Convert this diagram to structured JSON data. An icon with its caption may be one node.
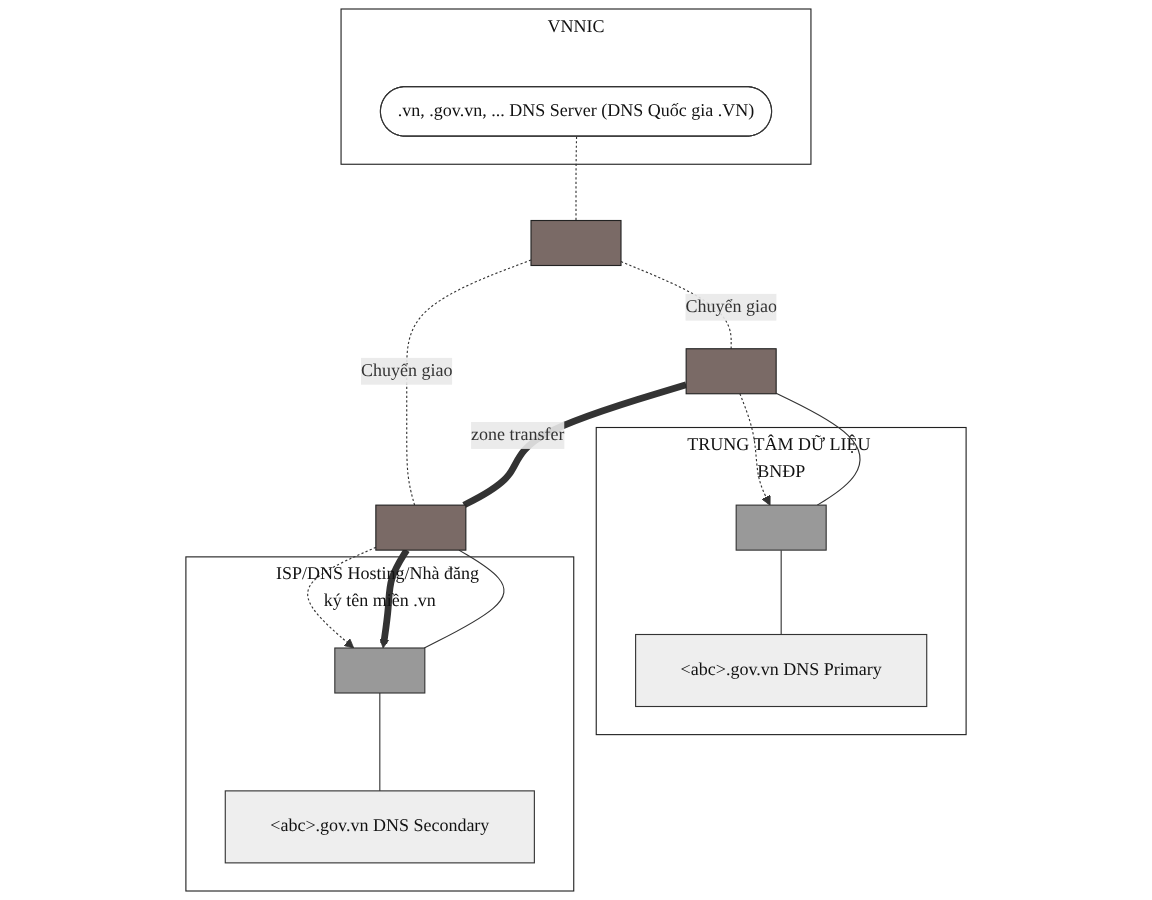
{
  "diagram": {
    "nodes": [
      {
        "text": [
          "VNNIC"
        ]
      },
      {
        "text": [
          ".vn, .gov.vn, ... DNS Server (DNS Quốc gia .VN)"
        ],
        "in": 0
      },
      {
        "text": [],
        "shape": "firewall"
      },
      {
        "text": [
          "TRUNG TÂM DỮ LIỆU BNĐP"
        ]
      },
      {
        "text": [],
        "shape": "firewall"
      },
      {
        "text": [],
        "shape": "bar",
        "in": 3
      },
      {
        "text": [
          "<abc>.gov.vn DNS Primary"
        ],
        "in": 3
      },
      {
        "text": [
          "ISP/DNS Hosting/Nhà đăng ký tên miền .vn"
        ]
      },
      {
        "text": [],
        "shape": "bar",
        "in": 7
      },
      {
        "text": [
          "<abc>.gov.vn DNS Secondary"
        ],
        "in": 7
      },
      {
        "text": [],
        "shape": "firewall"
      }
    ],
    "edges": [
      {
        "from": 1,
        "to": 2,
        "arrow": "none",
        "style": "dashed"
      },
      {
        "from": 2,
        "to": 4,
        "arrow": "none",
        "style": "dashed",
        "label": "Chuyển giao"
      },
      {
        "from": 4,
        "to": 5,
        "arrow": "to",
        "style": "dashed"
      },
      {
        "from": 2,
        "to": 10,
        "arrow": "none",
        "style": "dashed",
        "label": "Chuyển giao"
      },
      {
        "from": 10,
        "to": 8,
        "arrow": "to",
        "style": "dashed"
      },
      {
        "from": 4,
        "to": 5,
        "arrow": "none"
      },
      {
        "from": 5,
        "to": 6,
        "arrow": "none"
      },
      {
        "from": 4,
        "to": 10,
        "arrow": "none",
        "style": "thick",
        "label": "zone transfer"
      },
      {
        "from": 10,
        "to": 8,
        "arrow": "to",
        "style": "thick"
      },
      {
        "from": 10,
        "to": 8,
        "arrow": "none"
      },
      {
        "from": 8,
        "to": 9,
        "arrow": "none"
      }
    ]
  }
}
